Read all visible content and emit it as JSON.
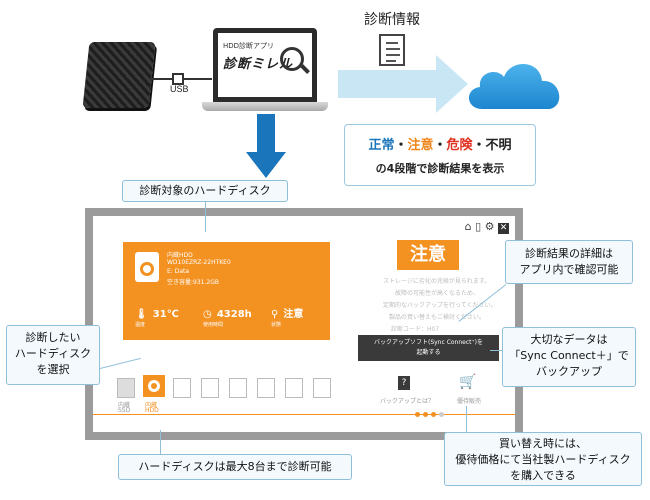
{
  "header": {
    "usb_label": "USB",
    "app_small_label": "HDD診断アプリ",
    "app_title": "診断ミレル",
    "info_label": "診断情報"
  },
  "status_box": {
    "s1": "正常",
    "sep1": "・",
    "s2": "注意",
    "sep2": "・",
    "s3": "危険",
    "sep3": "・",
    "s4": "不明",
    "line2": "の4段階で診断結果を表示"
  },
  "callouts": {
    "target_hdd": "診断対象のハードディスク",
    "details_line1": "診断結果の詳細は",
    "details_line2": "アプリ内で確認可能",
    "select_line1": "診断したい",
    "select_line2": "ハードディスク",
    "select_line3": "を選択",
    "backup_line1": "大切なデータは",
    "backup_line2": "「Sync Connect＋」で",
    "backup_line3": "バックアップ",
    "max8": "ハードディスクは最大8台まで診断可能",
    "buy_line1": "買い替え時には、",
    "buy_line2": "優待価格にて当社製ハードディスク",
    "buy_line3": "を購入できる"
  },
  "app": {
    "card_name": "内蔵HDD",
    "card_model": "WD10EZRZ-22HTKE0",
    "card_drive": "E: Data",
    "card_free": "空き容量:931.2GB",
    "temp_value": "31℃",
    "temp_label": "温度",
    "hours_value": "4328h",
    "hours_label": "使用時間",
    "state_value": "注意",
    "state_label": "状態",
    "badge": "注意",
    "desc1": "ストレージに劣化の兆候が見られます。",
    "desc2": "故障の可能性が高くなるため、",
    "desc3": "定期的なバックアップを行ってください。",
    "desc4": "製品の買い替えもご検討ください。",
    "code": "診断コード：H07",
    "banner_line1": "バックアップソフト(Sync Connect⁺)を",
    "banner_line2": "起動する",
    "help_label": "バックアップとは？",
    "shop_label": "優待販売",
    "slot1_label_a": "内蔵",
    "slot1_label_b": "SSD",
    "slot2_label_a": "内蔵",
    "slot2_label_b": "HDD"
  },
  "icons": [
    "hdd-icon",
    "usb-plug-icon",
    "laptop-icon",
    "magnifier-icon",
    "document-icon",
    "cloud-icon",
    "arrow-down-icon",
    "home-icon",
    "copy-icon",
    "gear-icon",
    "close-icon",
    "question-icon",
    "cart-icon"
  ],
  "colors": {
    "accent_orange": "#f39121",
    "blue": "#1b75bb",
    "red": "#e03020",
    "callout_border": "#8fbfd9",
    "light_blue_arrow": "#c9e6f5"
  }
}
